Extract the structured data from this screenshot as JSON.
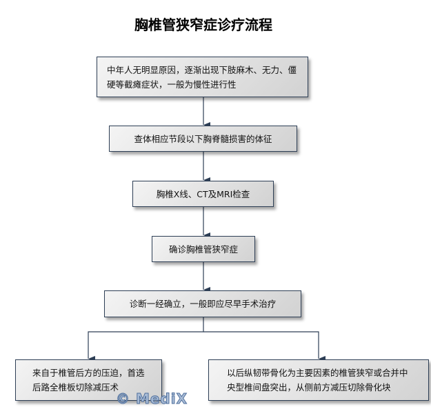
{
  "title": "胸椎管狭窄症诊疗流程",
  "steps": [
    "中年人无明显原因，逐渐出现下肢麻木、无力、僵硬等截瘫症状，一般为慢性进行性",
    "查体相应节段以下胸脊髓损害的体征",
    "胸椎X线、CT及MRI检查",
    "确诊胸椎管狭窄症",
    "诊断一经确立，一般即应尽早手术治疗"
  ],
  "branches": [
    "来自于椎管后方的压迫，首选后路全椎板切除减压术",
    "以后纵韧带骨化为主要因素的椎管狭窄或合并中央型椎间盘突出，从侧前方减压切除骨化块"
  ],
  "watermark": "© MediX",
  "colors": {
    "border": "#2d3e55",
    "line": "#2d3e55"
  }
}
